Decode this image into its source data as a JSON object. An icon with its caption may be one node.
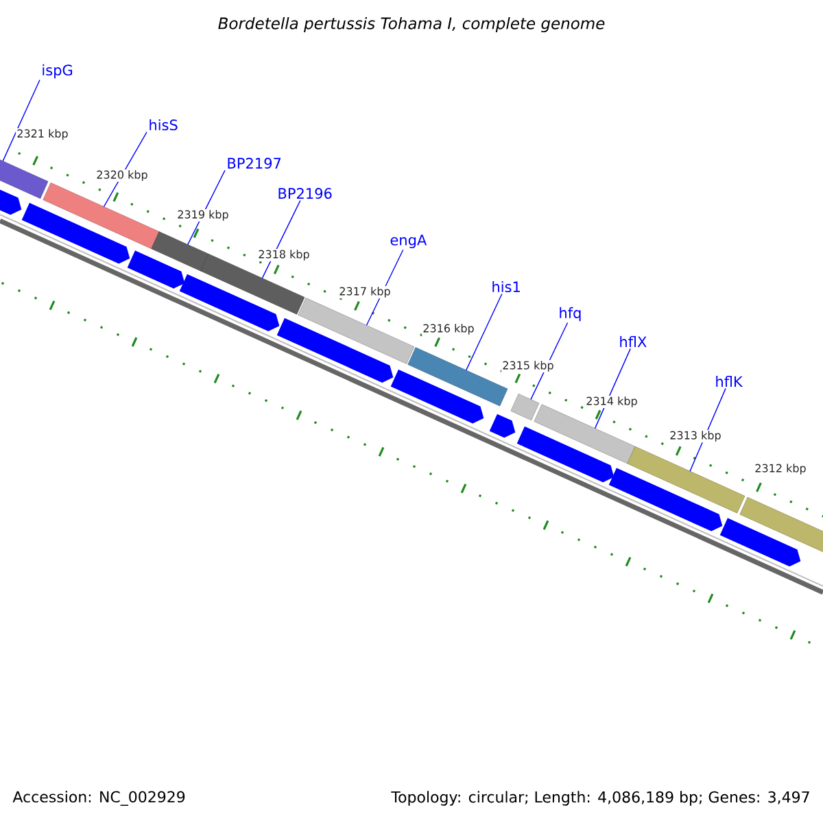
{
  "diagram": {
    "title": "Bordetella pertussis Tohama I, complete genome",
    "nodes": [
      {
        "text": [
          "ispG"
        ]
      },
      {
        "text": [
          "hisS"
        ]
      },
      {
        "text": [
          "BP2197"
        ]
      },
      {
        "text": [
          "BP2196"
        ]
      },
      {
        "text": [
          "engA"
        ]
      },
      {
        "text": [
          "his1"
        ]
      },
      {
        "text": [
          "hfq"
        ]
      },
      {
        "text": [
          "hflX"
        ]
      },
      {
        "text": [
          "hflK"
        ]
      },
      {
        "text": [],
        "shape": "bar"
      },
      {
        "text": [],
        "shape": "bar"
      },
      {
        "text": [],
        "shape": "bar"
      },
      {
        "text": [],
        "shape": "bar"
      },
      {
        "text": [],
        "shape": "bar"
      },
      {
        "text": [],
        "shape": "bar"
      },
      {
        "text": [],
        "shape": "bar"
      },
      {
        "text": [],
        "shape": "bar"
      },
      {
        "text": [],
        "shape": "bar"
      },
      {
        "text": [],
        "shape": "bar"
      },
      {
        "text": [],
        "shape": "arrow"
      },
      {
        "text": [],
        "shape": "arrow"
      },
      {
        "text": [],
        "shape": "arrow"
      },
      {
        "text": [],
        "shape": "arrow"
      },
      {
        "text": [],
        "shape": "arrow"
      },
      {
        "text": [],
        "shape": "arrow"
      },
      {
        "text": [],
        "shape": "arrow"
      },
      {
        "text": [],
        "shape": "arrow"
      },
      {
        "text": [],
        "shape": "arrow"
      },
      {
        "text": [],
        "shape": "arrow"
      }
    ],
    "edges": [
      {
        "from": 0,
        "to": 9,
        "arrow": "none"
      },
      {
        "from": 1,
        "to": 10,
        "arrow": "none"
      },
      {
        "from": 2,
        "to": 11,
        "arrow": "none"
      },
      {
        "from": 3,
        "to": 12,
        "arrow": "none"
      },
      {
        "from": 4,
        "to": 13,
        "arrow": "none"
      },
      {
        "from": 5,
        "to": 14,
        "arrow": "none"
      },
      {
        "from": 6,
        "to": 15,
        "arrow": "none"
      },
      {
        "from": 7,
        "to": 16,
        "arrow": "none"
      },
      {
        "from": 8,
        "to": 17,
        "arrow": "none"
      }
    ],
    "labels": [
      "2321 kbp",
      "2320 kbp",
      "2319 kbp",
      "2318 kbp",
      "2317 kbp",
      "2316 kbp",
      "2315 kbp",
      "2314 kbp",
      "2313 kbp",
      "2312 kbp",
      "Accession: NC_002929",
      "Topology: circular; Length: 4,086,189 bp; Genes: 3,497"
    ]
  }
}
